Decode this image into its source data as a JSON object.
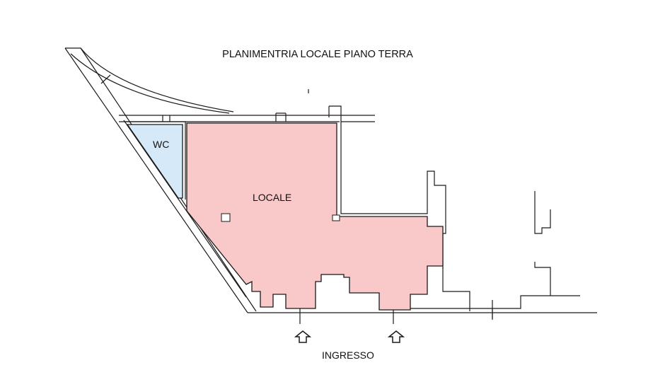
{
  "title": "PLANIMENTRIA LOCALE PIANO TERRA",
  "rooms": [
    {
      "id": "wc",
      "label": "WC",
      "fill": "#d6e9f8"
    },
    {
      "id": "locale",
      "label": "LOCALE",
      "fill": "#f9c8c8"
    }
  ],
  "entrance": {
    "label": "INGRESSO",
    "arrow_count": 2
  },
  "colors": {
    "wall": "#1a1a1a"
  }
}
